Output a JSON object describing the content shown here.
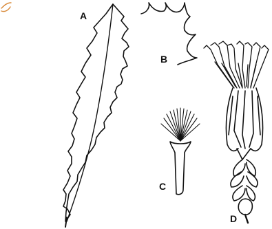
{
  "figure": {
    "labels": {
      "a": "A",
      "b": "B",
      "c": "C",
      "d": "D"
    },
    "ink_color": "#111111",
    "accent_color": "#d98a3a"
  }
}
